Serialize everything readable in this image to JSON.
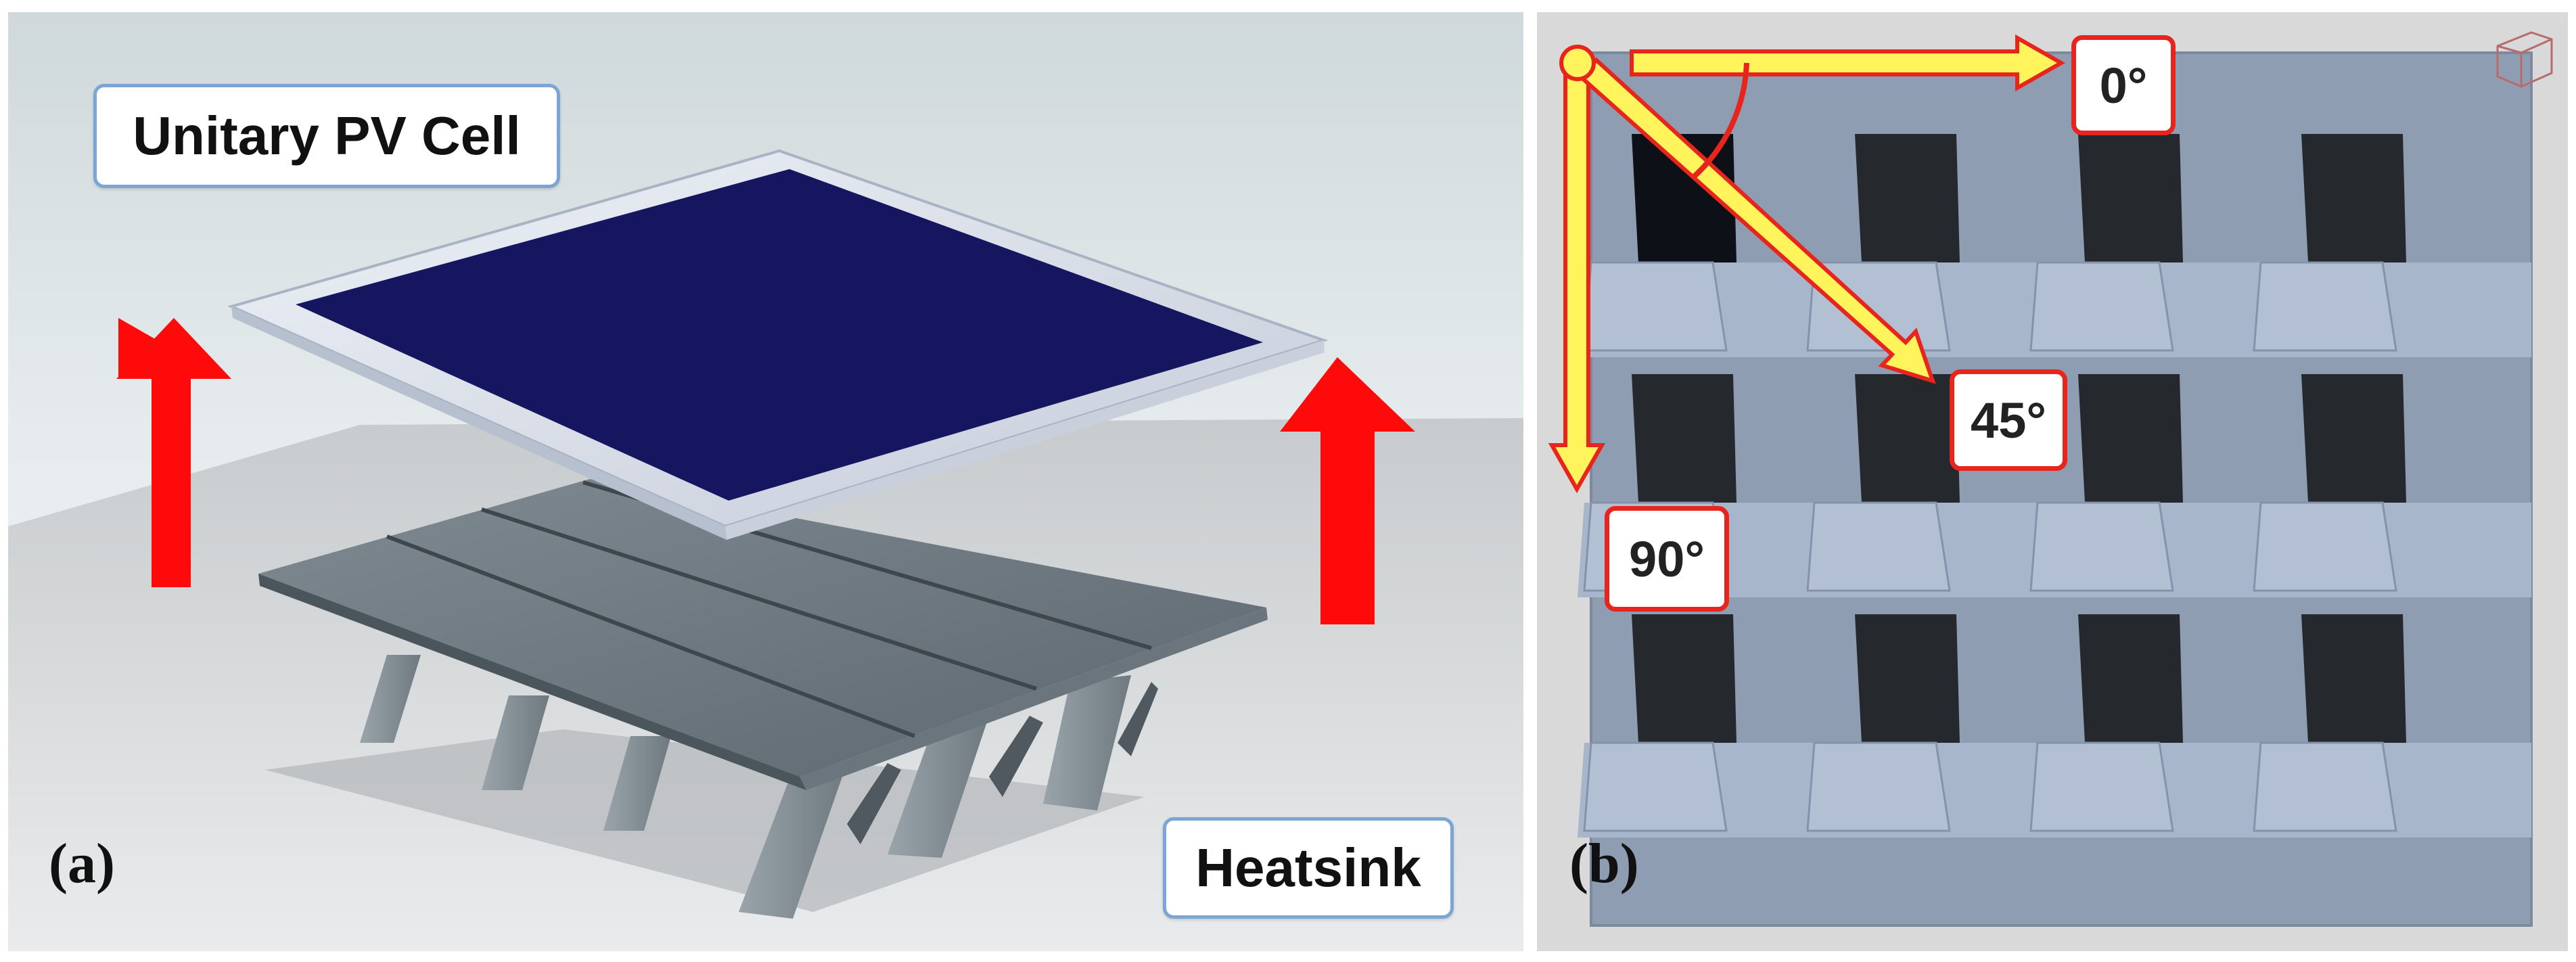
{
  "panel_a": {
    "letter": "(a)",
    "pv_cell_label": "Unitary PV Cell",
    "heatsink_label": "Heatsink"
  },
  "panel_b": {
    "letter": "(b)",
    "angles": [
      "0°",
      "45°",
      "90°"
    ]
  },
  "colors": {
    "arrow_red": "#ff0a0a",
    "pv_cell_blue": "#151560",
    "vector_yellow": "#fff45c",
    "callout_border": "#79a6d4",
    "angle_border": "#e8251c",
    "fin_dark": "#25282d",
    "heatsink_base": "#8c9aaa"
  }
}
